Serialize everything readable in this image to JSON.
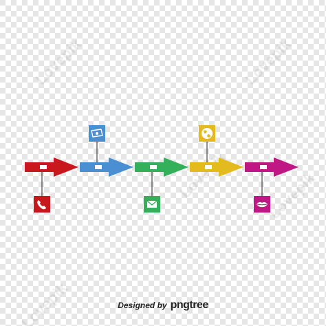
{
  "background": {
    "pattern": "transparency-checkerboard",
    "light": "#ffffff",
    "dark": "#e6e6e6"
  },
  "timeline": {
    "steps": [
      {
        "id": "step-1",
        "color": "#c8181e",
        "icon": "phone-icon",
        "icon_side": "below"
      },
      {
        "id": "step-2",
        "color": "#4a8fd1",
        "icon": "ticket-icon",
        "icon_side": "above"
      },
      {
        "id": "step-3",
        "color": "#34b05a",
        "icon": "envelope-icon",
        "icon_side": "below"
      },
      {
        "id": "step-4",
        "color": "#e4bb1e",
        "icon": "globe-icon",
        "icon_side": "above"
      },
      {
        "id": "step-5",
        "color": "#bf1783",
        "icon": "lips-icon",
        "icon_side": "below"
      }
    ]
  },
  "credit": {
    "designed_by": "Designed by",
    "brand": "pngtree"
  },
  "watermark": {
    "text": "Lovepik"
  }
}
